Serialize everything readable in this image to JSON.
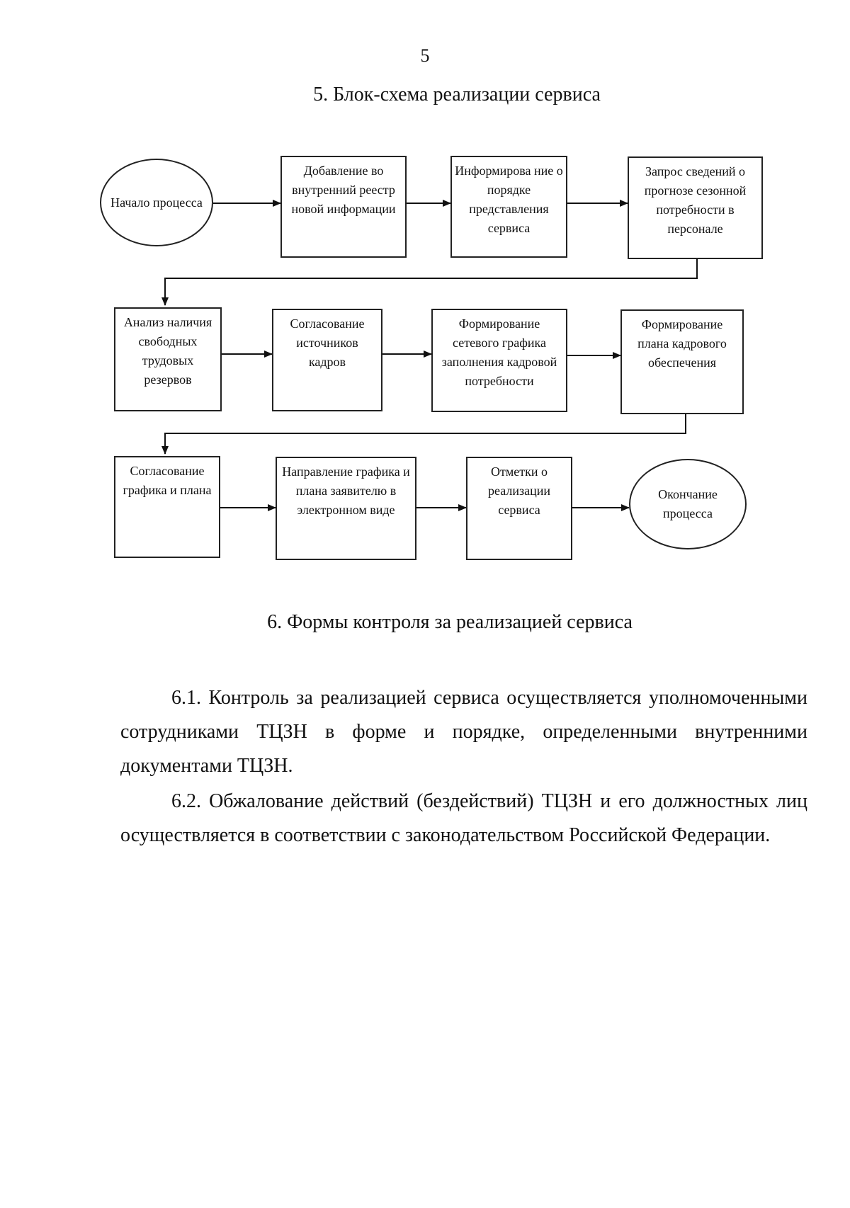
{
  "page_number": "5",
  "section5_title": "5. Блок-схема реализации сервиса",
  "flowchart": {
    "nodes": {
      "start": "Начало процесса",
      "add_info": "Добавление во внутренний реестр новой информации",
      "inform": "Информирова ние о порядке представления сервиса",
      "request": "Запрос сведений о прогнозе сезонной потребности в персонале",
      "analysis": "Анализ наличия свободных трудовых резервов",
      "agree_sources": "Согласование источников кадров",
      "network_schedule": "Формирование сетевого графика заполнения кадровой потребности",
      "staff_plan": "Формирование плана кадрового обеспечения",
      "agree_plan": "Согласование графика и плана",
      "send": "Направление графика и плана заявителю в электронном виде",
      "marks": "Отметки о реализации сервиса",
      "end": "Окончание процесса"
    }
  },
  "section6_title": "6. Формы контроля за реализацией сервиса",
  "paragraphs": {
    "p1": "6.1. Контроль за реализацией сервиса осуществляется уполномоченными сотрудниками ТЦЗН в форме и порядке, определенными внутренними документами ТЦЗН.",
    "p2": "6.2. Обжалование действий (бездействий) ТЦЗН и его должностных лиц осуществляется в соответствии с законодательством Российской Федерации."
  }
}
